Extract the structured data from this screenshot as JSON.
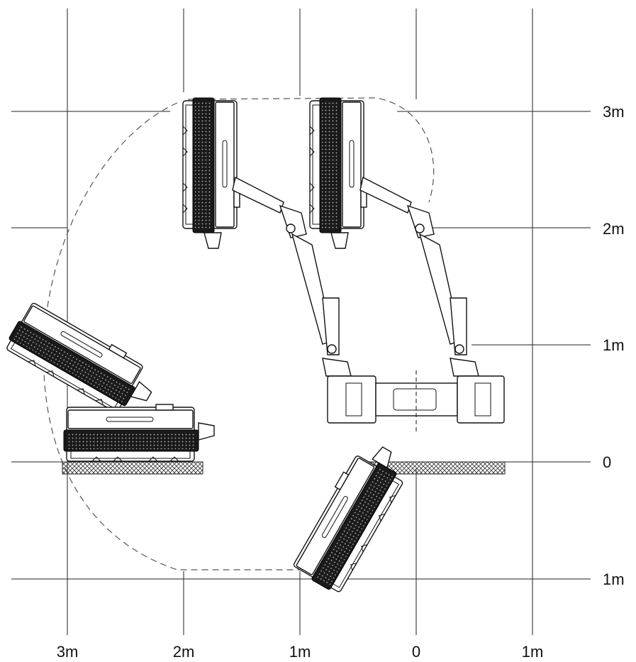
{
  "diagram": {
    "y_axis_labels": [
      "3m",
      "2m",
      "1m",
      "0",
      "1m"
    ],
    "x_axis_labels": [
      "3m",
      "2m",
      "1m",
      "0",
      "1m"
    ],
    "colors": {
      "line": "#111111",
      "background": "#ffffff",
      "dashed": "#555555"
    }
  }
}
